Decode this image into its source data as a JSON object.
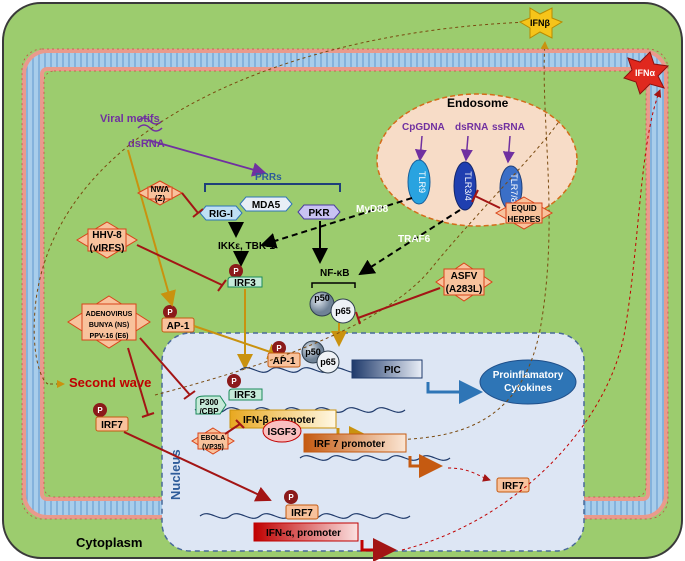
{
  "labels": {
    "viral_motifs": "Viral motifs",
    "dsrna": "dsRNA",
    "prrs": "PRRs",
    "rig_i": "RIG-I",
    "mda5": "MDA5",
    "pkr": "PKR",
    "endosome": "Endosome",
    "cpgdna": "CpGDNA",
    "ds_rna_endo": "dsRNA",
    "ss_rna": "ssRNA",
    "tlr9": "TLR9",
    "tlr34": "TLR3/4",
    "tlr78": "TLR7/8",
    "myd88": "MyD88",
    "traf6": "TRAF6",
    "ikke": "IKKε, TBK-1",
    "nfkb": "NF-κB",
    "p": "P",
    "irf3": "IRF3",
    "ap1": "AP-1",
    "p50": "p50",
    "p65": "p65",
    "pic": "PIC",
    "proinflam_1": "Proinflamatory",
    "proinflam_2": "Cytokines",
    "p300_1": "P300",
    "p300_2": "/CBP",
    "ifnb_promoter": "IFN-β promoter",
    "isgf3": "ISGF3",
    "irf7_promoter": "IRF 7 promoter",
    "irf7": "IRF7",
    "ifna_promoter": "IFN-α, promoter",
    "second_wave": "Second wave",
    "nucleus": "Nucleus",
    "cytoplasm": "Cytoplasm",
    "ifnb": "IFNβ",
    "ifna": "IFNα"
  },
  "inhibitors": {
    "nwa_1": "NWA",
    "nwa_2": "(Z)",
    "hhv8_1": "HHV-8",
    "hhv8_2": "(vIRFS)",
    "adeno_1": "ADENOVIRUS",
    "adeno_2": "BUNYA (NS)",
    "adeno_3": "PPV-16 (E6)",
    "equid_1": "EQUID",
    "equid_2": "HERPES",
    "asfv_1": "ASFV",
    "asfv_2": "(A283L)",
    "ebola_1": "EBOLA",
    "ebola_2": "(VP35)"
  },
  "colors": {
    "cytoplasm": "#9ccc6e",
    "nucleus": "#dde6f4",
    "membrane_band": "#9fc5e8",
    "inhibitor_fill": "#f8c29c",
    "inhibitor_stroke": "#d9441a",
    "dark_red": "#a31515",
    "purple": "#7030a0",
    "golden": "#c9920f"
  }
}
